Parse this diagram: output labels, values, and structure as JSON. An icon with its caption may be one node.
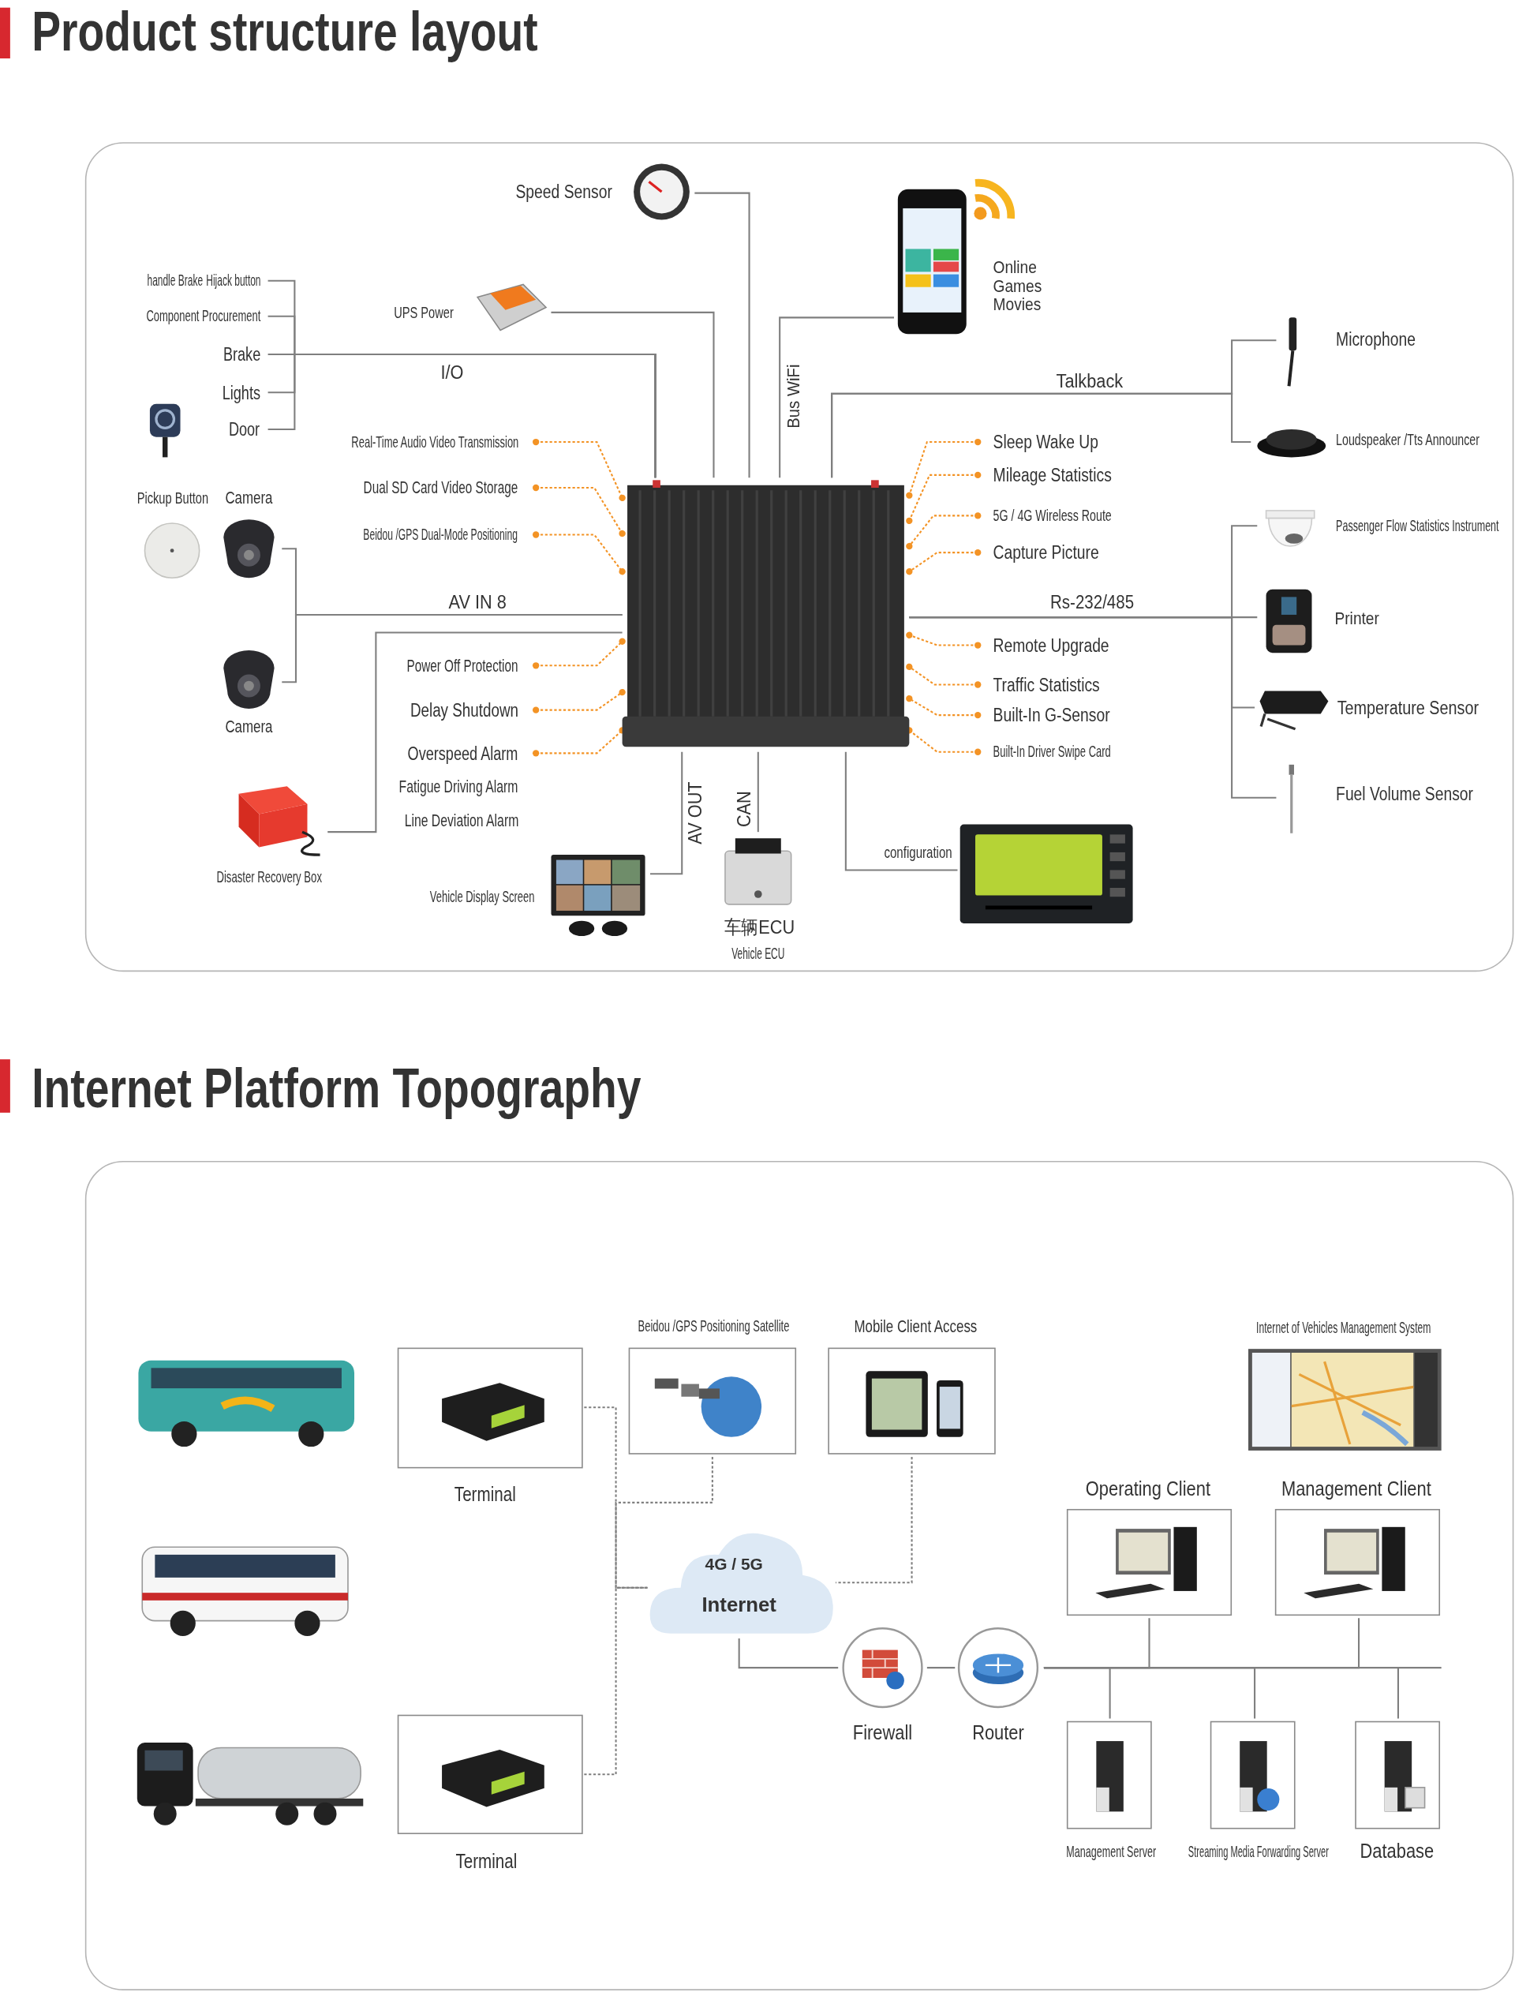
{
  "diagram": {
    "nodes": [
      {
        "text": [
          "Product structure layout"
        ]
      },
      {
        "text": [
          "Speed Sensor"
        ],
        "in": 0
      },
      {
        "text": [
          "Online Games Movies"
        ],
        "in": 0
      },
      {
        "text": [
          "handle Brake",
          "Hijack button"
        ],
        "in": 0
      },
      {
        "text": [
          "UPS Power"
        ],
        "in": 0
      },
      {
        "text": [
          "Component Procurement"
        ],
        "in": 0
      },
      {
        "text": [
          "Brake"
        ],
        "in": 0
      },
      {
        "text": [
          "Microphone"
        ],
        "in": 0
      },
      {
        "text": [
          "Lights"
        ],
        "in": 0
      },
      {
        "text": [
          "Door"
        ],
        "in": 0
      },
      {
        "text": [
          "Loudspeaker /Tts Announcer"
        ],
        "in": 0
      },
      {
        "text": [],
        "shape": "picture",
        "in": 0
      },
      {
        "text": [
          "Real-Time Audio Video Transmission"
        ],
        "in": 0
      },
      {
        "text": [
          "Sleep Wake Up"
        ],
        "in": 0
      },
      {
        "text": [
          "Mileage Statistics"
        ],
        "in": 0
      },
      {
        "text": [],
        "shape": "picture",
        "in": 0
      },
      {
        "text": [
          "Pickup Button"
        ],
        "in": 0
      },
      {
        "text": [
          "Camera"
        ],
        "in": 0
      },
      {
        "text": [
          "Dual SD Card Video Storage"
        ],
        "in": 0
      },
      {
        "text": [
          "5G / 4G Wireless Route"
        ],
        "in": 0
      },
      {
        "text": [
          "Passenger Flow Statistics Instrument"
        ],
        "in": 0
      },
      {
        "text": [
          "Beidou /GPS Dual-Mode Positioning"
        ],
        "in": 0
      },
      {
        "text": [
          "Capture Picture"
        ],
        "in": 0
      },
      {
        "text": [
          "Printer"
        ],
        "in": 0
      },
      {
        "text": [
          "Remote Upgrade"
        ],
        "in": 0
      },
      {
        "text": [
          "Power Off Protection"
        ],
        "in": 0
      },
      {
        "text": [
          "Camera"
        ],
        "in": 0
      },
      {
        "text": [
          "Traffic Statistics"
        ],
        "in": 0
      },
      {
        "text": [
          "Delay Shutdown"
        ],
        "in": 0
      },
      {
        "text": [
          "Built-In G-Sensor"
        ],
        "in": 0
      },
      {
        "text": [
          "Temperature Sensor"
        ],
        "in": 0
      },
      {
        "text": [
          "Overspeed Alarm"
        ],
        "in": 0
      },
      {
        "text": [
          "Built-In Driver Swipe Card"
        ],
        "in": 0
      },
      {
        "text": [
          "Fuel Volume Sensor"
        ],
        "in": 0
      },
      {
        "text": [
          "Disaster Recovery Box"
        ],
        "in": 0
      },
      {
        "text": [],
        "shape": "picture",
        "in": 0
      },
      {
        "text": [
          "Vehicle Display Screen"
        ],
        "in": 0
      },
      {
        "text": [
          "车辆ECU",
          "Vehicle ECU"
        ],
        "in": 0
      },
      {
        "text": [
          "Internet Platform Topography"
        ]
      },
      {
        "text": [
          "Beidou /GPS Positioning Satellite"
        ],
        "in": 38
      },
      {
        "text": [
          "Mobile Client Access"
        ],
        "in": 38
      },
      {
        "text": [
          "Internet of Vehicles Management System"
        ],
        "in": 38
      },
      {
        "text": [],
        "shape": "picture",
        "in": 38
      },
      {
        "text": [
          "Terminal"
        ],
        "in": 38
      },
      {
        "text": [
          "Operating Client"
        ],
        "in": 38
      },
      {
        "text": [
          "Management Client"
        ],
        "in": 38
      },
      {
        "text": [],
        "shape": "picture",
        "in": 38
      },
      {
        "text": [
          "4G / 5G",
          "Internet"
        ],
        "in": 38
      },
      {
        "text": [
          "Firewall"
        ],
        "in": 38
      },
      {
        "text": [
          "Router"
        ],
        "in": 38
      },
      {
        "text": [],
        "shape": "picture",
        "in": 38
      },
      {
        "text": [
          "Terminal"
        ],
        "in": 38
      },
      {
        "text": [
          "Management Server"
        ],
        "in": 38
      },
      {
        "text": [
          "Streaming Media Forwarding Server"
        ],
        "in": 38
      },
      {
        "text": [
          "Database"
        ],
        "in": 38
      }
    ],
    "edges": [
      {
        "from": 1,
        "to": 15,
        "arrow": "none"
      },
      {
        "from": 4,
        "to": 15,
        "arrow": "none"
      },
      {
        "from": 3,
        "to": 15,
        "arrow": "none"
      },
      {
        "from": 5,
        "to": 15,
        "arrow": "none"
      },
      {
        "from": 6,
        "to": 15,
        "arrow": "none",
        "label": "I/O"
      },
      {
        "from": 8,
        "to": 15,
        "arrow": "none"
      },
      {
        "from": 9,
        "to": 15,
        "arrow": "none"
      },
      {
        "from": 2,
        "to": 15,
        "arrow": "none",
        "label": "Bus WiFi"
      },
      {
        "from": 7,
        "to": 15,
        "arrow": "none",
        "label": "Talkback"
      },
      {
        "from": 10,
        "to": 15,
        "arrow": "none"
      },
      {
        "from": 17,
        "to": 15,
        "arrow": "none",
        "label": "AV IN 8"
      },
      {
        "from": 26,
        "to": 15,
        "arrow": "none"
      },
      {
        "from": 34,
        "to": 15,
        "arrow": "none"
      },
      {
        "from": 20,
        "to": 15,
        "arrow": "none",
        "label": "Rs-232/485"
      },
      {
        "from": 23,
        "to": 15,
        "arrow": "none"
      },
      {
        "from": 30,
        "to": 15,
        "arrow": "none"
      },
      {
        "from": 33,
        "to": 15,
        "arrow": "none"
      },
      {
        "from": 36,
        "to": 15,
        "arrow": "none",
        "label": "AV OUT"
      },
      {
        "from": 37,
        "to": 15,
        "arrow": "none",
        "label": "CAN"
      },
      {
        "from": 35,
        "to": 15,
        "arrow": "none",
        "label": "configuration"
      },
      {
        "from": 12,
        "to": 15,
        "arrow": "other",
        "style": "dashed",
        "color": "#f39325"
      },
      {
        "from": 18,
        "to": 15,
        "arrow": "other",
        "style": "dashed",
        "color": "#f39325"
      },
      {
        "from": 21,
        "to": 15,
        "arrow": "other",
        "style": "dashed",
        "color": "#f39325"
      },
      {
        "from": 25,
        "to": 15,
        "arrow": "other",
        "style": "dashed",
        "color": "#f39325"
      },
      {
        "from": 28,
        "to": 15,
        "arrow": "other",
        "style": "dashed",
        "color": "#f39325"
      },
      {
        "from": 31,
        "to": 15,
        "arrow": "other",
        "style": "dashed",
        "color": "#f39325"
      },
      {
        "from": 13,
        "to": 15,
        "arrow": "other",
        "style": "dashed",
        "color": "#f39325"
      },
      {
        "from": 14,
        "to": 15,
        "arrow": "other",
        "style": "dashed",
        "color": "#f39325"
      },
      {
        "from": 19,
        "to": 15,
        "arrow": "other",
        "style": "dashed",
        "color": "#f39325"
      },
      {
        "from": 22,
        "to": 15,
        "arrow": "other",
        "style": "dashed",
        "color": "#f39325"
      },
      {
        "from": 24,
        "to": 15,
        "arrow": "other",
        "style": "dashed",
        "color": "#f39325"
      },
      {
        "from": 27,
        "to": 15,
        "arrow": "other",
        "style": "dashed",
        "color": "#f39325"
      },
      {
        "from": 29,
        "to": 15,
        "arrow": "other",
        "style": "dashed",
        "color": "#f39325"
      },
      {
        "from": 32,
        "to": 15,
        "arrow": "other",
        "style": "dashed",
        "color": "#f39325"
      },
      {
        "from": 43,
        "to": 47,
        "arrow": "none",
        "style": "dashed"
      },
      {
        "from": 39,
        "to": 47,
        "arrow": "none",
        "style": "dashed"
      },
      {
        "from": 51,
        "to": 47,
        "arrow": "none",
        "style": "dashed"
      },
      {
        "from": 40,
        "to": 47,
        "arrow": "none",
        "style": "dashed"
      },
      {
        "from": 47,
        "to": 48,
        "arrow": "none"
      },
      {
        "from": 48,
        "to": 49,
        "arrow": "none"
      },
      {
        "from": 49,
        "to": 44,
        "arrow": "none"
      },
      {
        "from": 49,
        "to": 45,
        "arrow": "none"
      },
      {
        "from": 49,
        "to": 52,
        "arrow": "none"
      },
      {
        "from": 49,
        "to": 53,
        "arrow": "none"
      },
      {
        "from": 49,
        "to": 54,
        "arrow": "none"
      }
    ],
    "labels": [
      "Fatigue Driving Alarm",
      "Line Deviation Alarm"
    ]
  }
}
